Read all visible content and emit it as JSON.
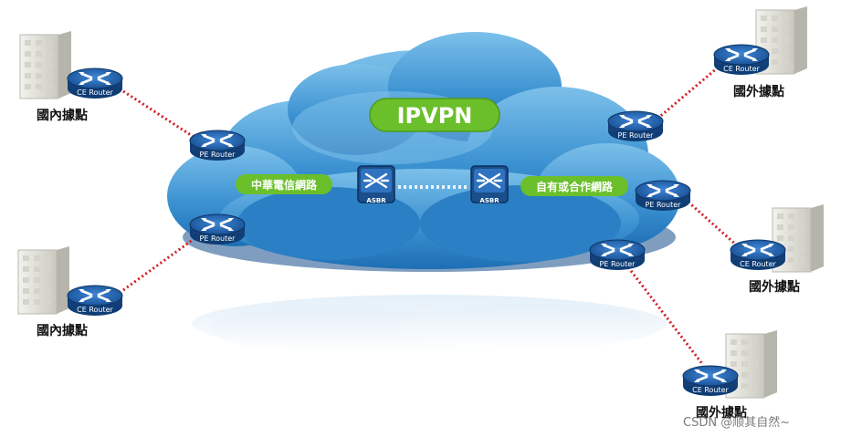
{
  "diagram": {
    "title": "IPVPN",
    "clouds": {
      "left": "中華電信網路",
      "right": "自有或合作網路"
    },
    "asbr_label": "ASBR",
    "pe_label": "PE Router",
    "ce_label": "CE Router",
    "sites": {
      "domestic_1": "國內據點",
      "domestic_2": "國內據點",
      "overseas_1": "國外據點",
      "overseas_2": "國外據點",
      "overseas_3": "國外據點"
    }
  },
  "watermark": "CSDN @顺其自然~",
  "colors": {
    "cloud_light": "#5aa8dc",
    "cloud_dark": "#1d6fb5",
    "pill_green": "#6abf2a",
    "router_blue": "#1a5aa0",
    "link_red": "#d21d24"
  }
}
